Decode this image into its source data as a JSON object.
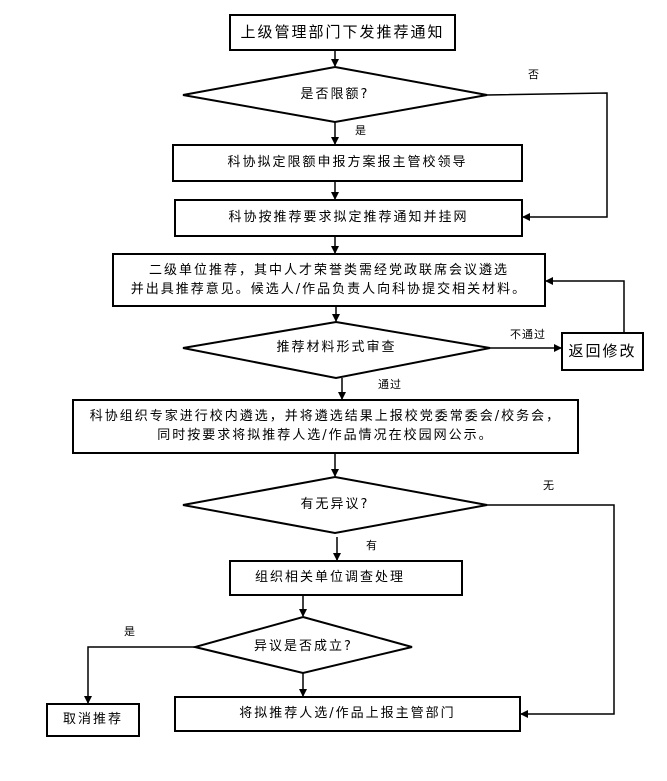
{
  "flowchart": {
    "nodes": {
      "start": "上级管理部门下发推荐通知",
      "quota_decision": "是否限额?",
      "quota_plan": "科协拟定限额申报方案报主管校领导",
      "notice": "科协按推荐要求拟定推荐通知并挂网",
      "unit_recommend_line1": "二级单位推荐，其中人才荣誉类需经党政联席会议遴选",
      "unit_recommend_line2": "并出具推荐意见。候选人/作品负责人向科协提交相关材料。",
      "format_review": "推荐材料形式审查",
      "return_modify": "返回修改",
      "expert_select_line1": "科协组织专家进行校内遴选，并将遴选结果上报校党委常委会/校务会，",
      "expert_select_line2": "同时按要求将拟推荐人选/作品情况在校园网公示。",
      "objection_decision": "有无异议?",
      "investigate": "组织相关单位调查处理",
      "objection_valid_decision": "异议是否成立?",
      "cancel": "取消推荐",
      "submit": "将拟推荐人选/作品上报主管部门"
    },
    "edge_labels": {
      "quota_no": "否",
      "quota_yes": "是",
      "review_fail": "不通过",
      "review_pass": "通过",
      "objection_none": "无",
      "objection_exists": "有",
      "objection_valid_yes": "是"
    },
    "colors": {
      "stroke": "#000000",
      "background": "#ffffff"
    }
  }
}
